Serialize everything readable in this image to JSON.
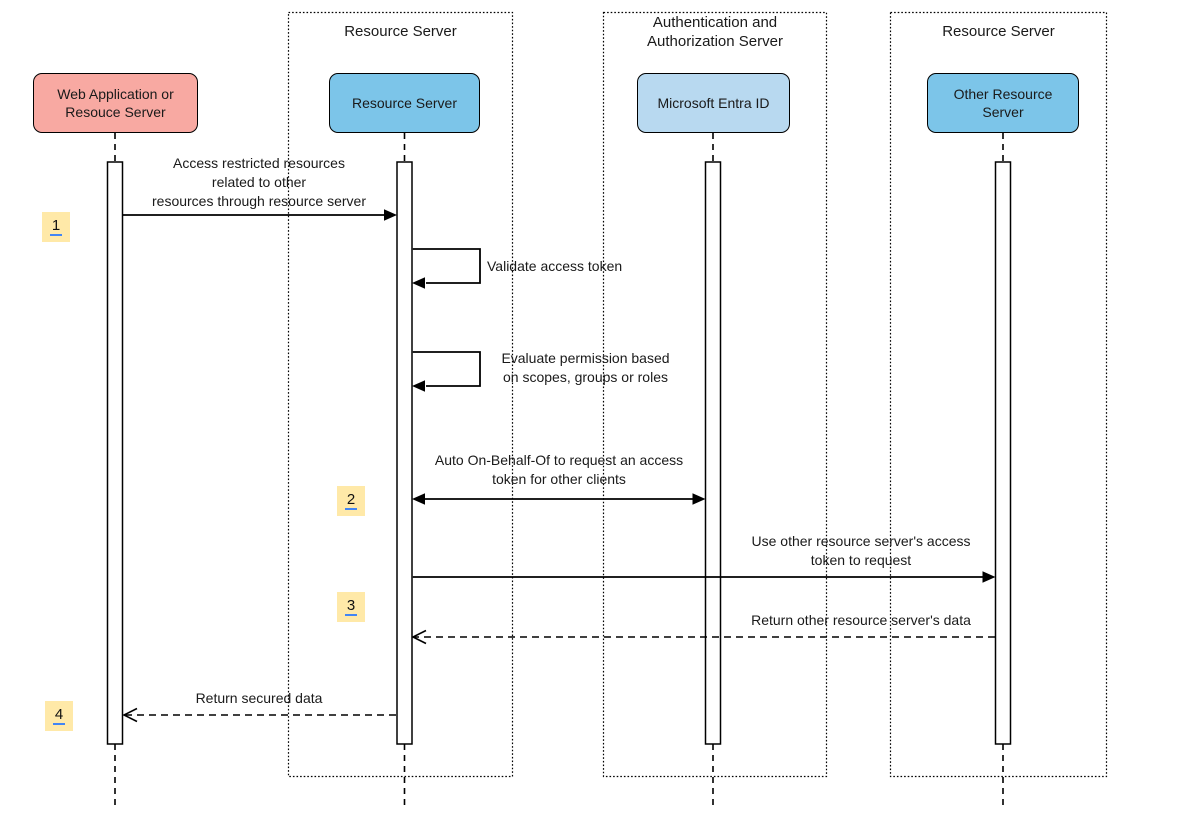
{
  "colors": {
    "canvas_bg": "#ffffff",
    "actor_pink": "#F8A9A2",
    "actor_blue": "#7CC5E9",
    "actor_light_blue": "#B8D9F0",
    "badge_yellow": "#FFE9A8",
    "badge_underline": "#4285F4",
    "line": "#000000",
    "text": "#1a1a1a"
  },
  "containers": [
    {
      "id": "resource-server-left",
      "title": "Resource Server"
    },
    {
      "id": "auth-server",
      "title": "Authentication and Authorization Server"
    },
    {
      "id": "resource-server-right",
      "title": "Resource Server"
    }
  ],
  "actors": [
    {
      "id": "web-app",
      "label": "Web Application or Resouce Server",
      "color_role": "pink"
    },
    {
      "id": "resource-server",
      "label": "Resource Server",
      "color_role": "blue"
    },
    {
      "id": "entra-id",
      "label": "Microsoft Entra ID",
      "color_role": "light_blue"
    },
    {
      "id": "other-resource-server",
      "label": "Other Resource Server",
      "color_role": "blue"
    }
  ],
  "messages": [
    {
      "id": "m1",
      "from": "web-app",
      "to": "resource-server",
      "style": "solid-arrow",
      "label": "Access restricted resources\nrelated to other\nresources through resource server"
    },
    {
      "id": "m2",
      "from": "resource-server",
      "to": "resource-server",
      "style": "self-loop",
      "label": "Validate access token"
    },
    {
      "id": "m3",
      "from": "resource-server",
      "to": "resource-server",
      "style": "self-loop",
      "label": "Evaluate permission based\non scopes, groups or roles"
    },
    {
      "id": "m4",
      "from": "resource-server",
      "to": "entra-id",
      "style": "solid-double-arrow",
      "label": "Auto On-Behalf-Of to request an access\ntoken for other clients"
    },
    {
      "id": "m5",
      "from": "resource-server",
      "to": "other-resource-server",
      "style": "solid-arrow",
      "label": "Use other resource server's access\ntoken to request"
    },
    {
      "id": "m6",
      "from": "other-resource-server",
      "to": "resource-server",
      "style": "dashed-return",
      "label": "Return other resource server's data"
    },
    {
      "id": "m7",
      "from": "resource-server",
      "to": "web-app",
      "style": "dashed-return",
      "label": "Return secured data"
    }
  ],
  "badges": [
    {
      "label": "1"
    },
    {
      "label": "2"
    },
    {
      "label": "3"
    },
    {
      "label": "4"
    }
  ]
}
